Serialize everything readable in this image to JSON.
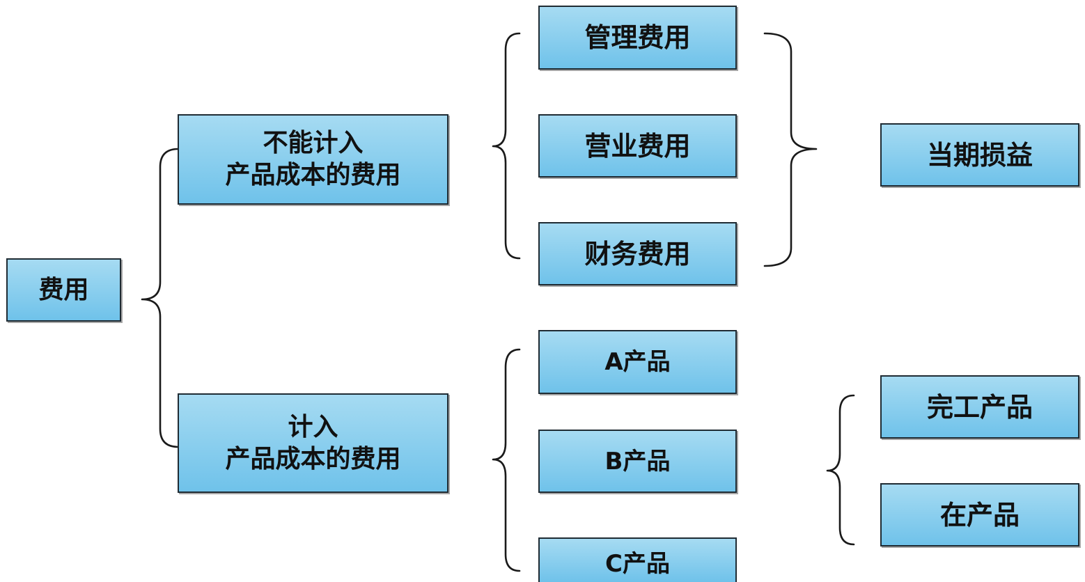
{
  "nodes": {
    "root": "费用",
    "not_included": [
      "不能计入",
      "产品成本的费用"
    ],
    "included": [
      "计入",
      "产品成本的费用"
    ],
    "admin_expense": "管理费用",
    "selling_expense": "营业费用",
    "finance_expense": "财务费用",
    "product_a": "A产品",
    "product_b": "B产品",
    "product_c": "C产品",
    "period_pnl": "当期损益",
    "finished_goods": "完工产品",
    "wip": "在产品"
  },
  "colors": {
    "box_top": "#a6dbf2",
    "box_bottom": "#6fc2ea",
    "border": "#1f2b33",
    "bracket": "#1a1a1a"
  }
}
